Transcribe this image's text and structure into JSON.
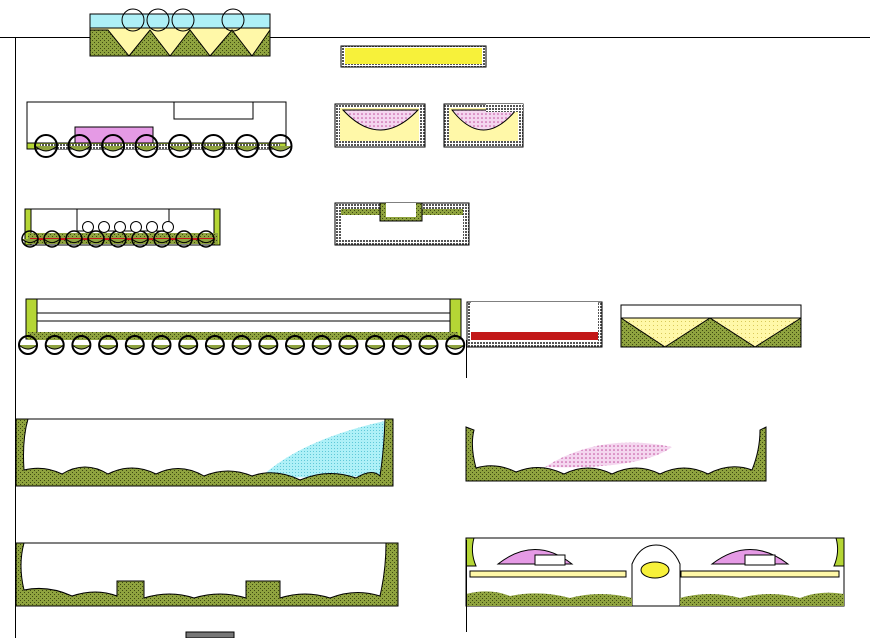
{
  "drawing": {
    "colors": {
      "background": "#ffffff",
      "line": "#000000",
      "hedge_green": "#8fa33f",
      "lawn_yellow": "#fff8a8",
      "bright_yellow": "#f7f13a",
      "lime_green": "#b5d635",
      "water_blue": "#aef0f7",
      "flower_pink": "#e59ae5",
      "flower_pink_light": "#f2c6f0",
      "brick_red": "#c21818",
      "hatch_grey": "#6a6a6a"
    },
    "sections": [
      {
        "id": "section-1",
        "kind": "lawn-with-pyramids-and-trees"
      },
      {
        "id": "section-2",
        "kind": "yellow-planter-strip"
      },
      {
        "id": "section-3",
        "kind": "tree-row-with-bench"
      },
      {
        "id": "section-4",
        "kind": "twin-bowl-planters"
      },
      {
        "id": "section-5",
        "kind": "small-tree-row"
      },
      {
        "id": "section-6",
        "kind": "stepped-planter-box"
      },
      {
        "id": "section-7",
        "kind": "long-tree-avenue"
      },
      {
        "id": "section-8",
        "kind": "brick-trough"
      },
      {
        "id": "section-9",
        "kind": "pyramid-lawn-planter"
      },
      {
        "id": "section-10",
        "kind": "water-feature-wall"
      },
      {
        "id": "section-11",
        "kind": "flower-bed-wall"
      },
      {
        "id": "section-12",
        "kind": "notched-wall"
      },
      {
        "id": "section-13",
        "kind": "fountain-flower-domes"
      }
    ]
  }
}
